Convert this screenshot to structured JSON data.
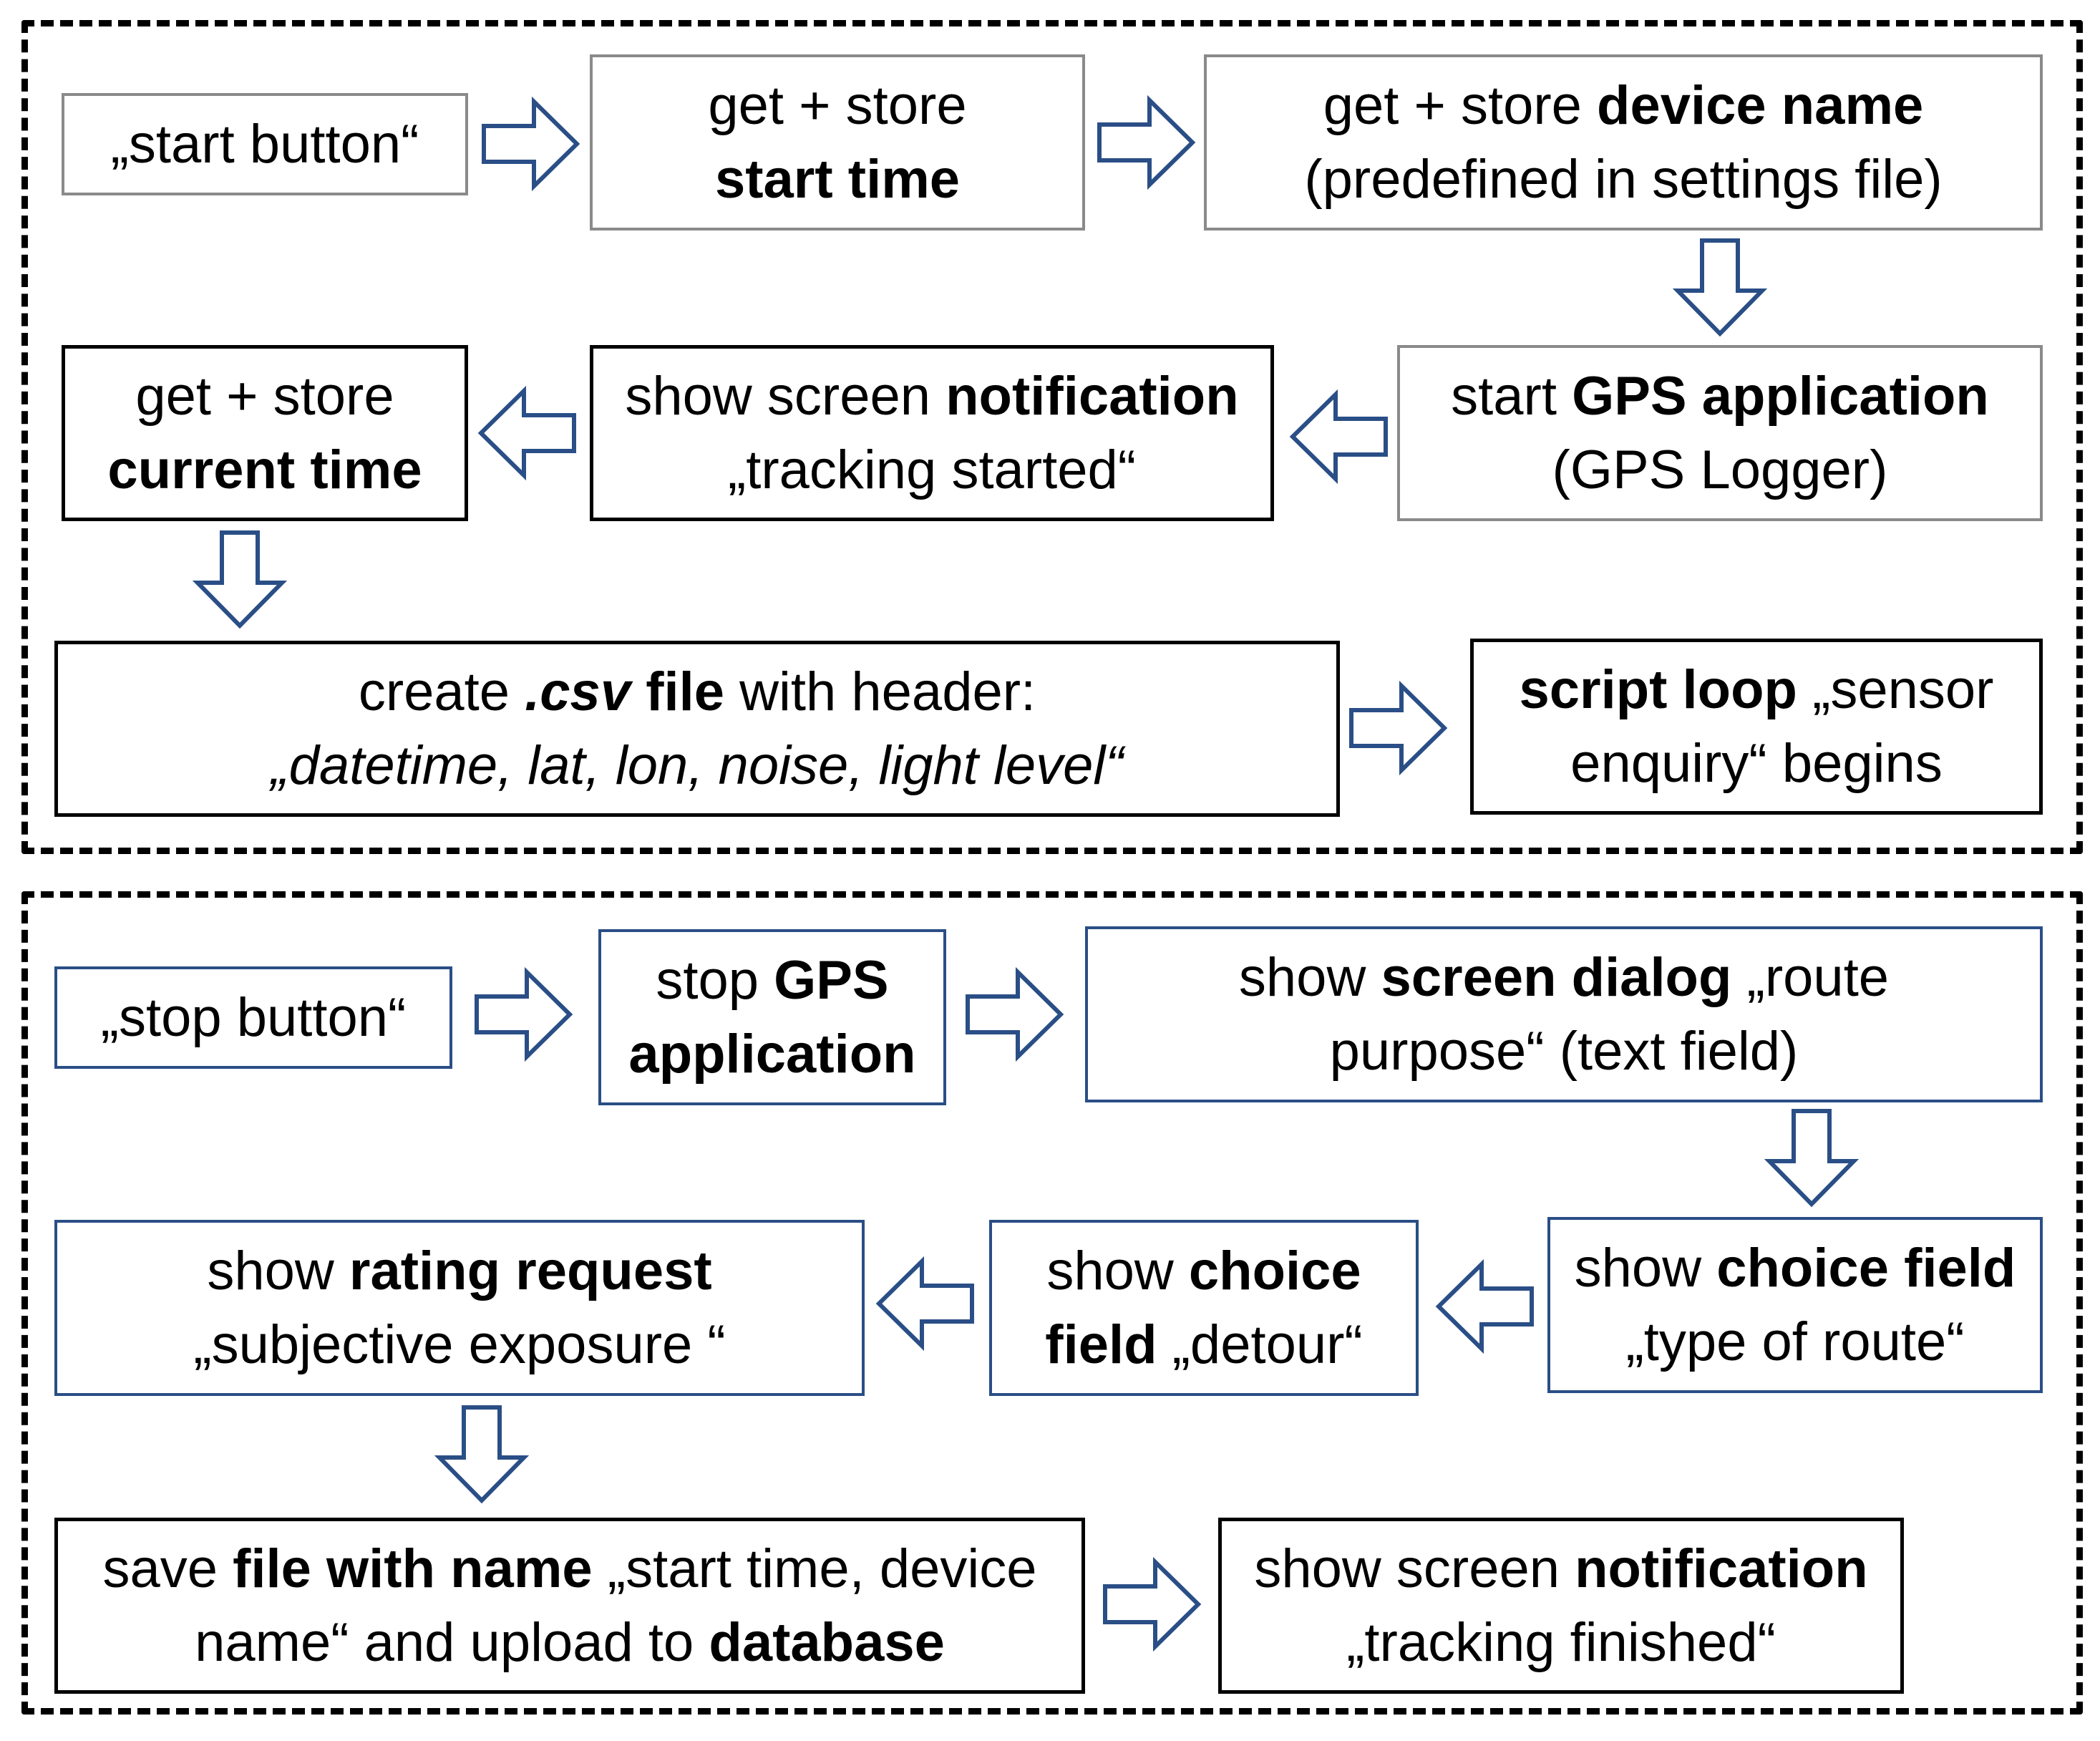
{
  "top_flow": {
    "start_button": "„start button“",
    "start_time": {
      "l1": "get + store",
      "l2": "start time"
    },
    "device_name": {
      "l1_pre": "get + store ",
      "l1_bold": "device name",
      "l2": "(predefined in settings file)"
    },
    "gps_start": {
      "l1_pre": "start ",
      "l1_bold": "GPS application",
      "l2": "(GPS Logger)"
    },
    "notify_started": {
      "l1_pre": "show screen ",
      "l1_bold": "notification",
      "l2": "„tracking started“"
    },
    "current_time": {
      "l1": "get + store",
      "l2": "current time"
    },
    "csv_file": {
      "l1_pre": "create ",
      "l1_bold_italic": ".csv",
      "l1_bold": " file",
      "l1_post": " with header:",
      "l2": "„datetime, lat, lon, noise, light level“"
    },
    "script_loop": {
      "l1_bold": "script loop",
      "l1_post": " „sensor",
      "l2": "enquiry“ begins"
    }
  },
  "bottom_flow": {
    "stop_button": "„stop button“",
    "stop_gps": {
      "l1_pre": "stop ",
      "l1_bold": "GPS",
      "l2_bold": "application"
    },
    "route_purpose": {
      "l1_pre": "show ",
      "l1_bold": "screen dialog",
      "l1_post": " „route",
      "l2": "purpose“ (text field)"
    },
    "type_of_route": {
      "l1_pre": "show ",
      "l1_bold": "choice field",
      "l2": "„type of route“"
    },
    "detour": {
      "l1_pre": "show ",
      "l1_bold": "choice",
      "l2_bold": "field",
      "l2_post": " „detour“"
    },
    "rating": {
      "l1_pre": "show ",
      "l1_bold": "rating request",
      "l2": "„subjective exposure “"
    },
    "save_file": {
      "l1_pre": "save ",
      "l1_bold": "file with name",
      "l1_post": " „start time, device",
      "l2_pre": "name“ and upload to ",
      "l2_bold": "database"
    },
    "notify_finished": {
      "l1_pre": "show screen ",
      "l1_bold": "notification",
      "l2": "„tracking finished“"
    }
  },
  "colors": {
    "arrow_stroke": "#2a4e86",
    "blue_border": "#2a4e86",
    "grey_border": "#8a8a8a",
    "dashed_border": "#000000"
  }
}
